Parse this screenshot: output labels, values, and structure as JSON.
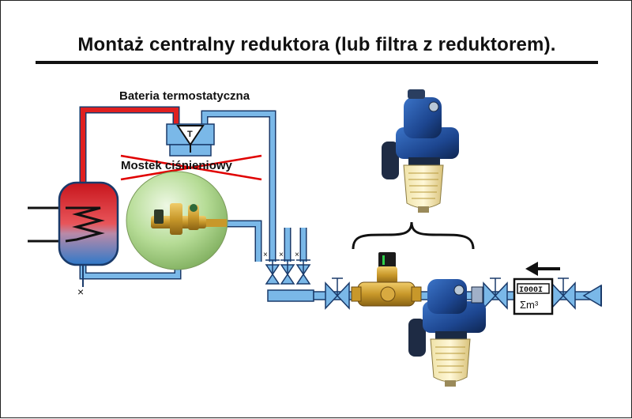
{
  "title": "Montaż centralny reduktora (lub filtra z reduktorem).",
  "labels": {
    "battery": "Bateria termostatyczna",
    "valve_symbol": "T",
    "bridge": "Mostek ciśnieniowy"
  },
  "meter": {
    "digits": "I000I",
    "unit": "Σm³"
  },
  "colors": {
    "hot_pipe": "#e02020",
    "cold_pipe": "#7ab8e8",
    "pipe_outline": "#1a3a6a",
    "tank_hot": "#d8252a",
    "tank_cold": "#2f79c9",
    "filter_body": "#1f4f9a",
    "brass": "#c8982a",
    "cross_out": "#e00000",
    "sphere": "#a9d488"
  },
  "icons": [
    "boiler-tank",
    "thermostatic-valve",
    "shutoff-valve",
    "pressure-reducer",
    "filter-unit",
    "water-meter",
    "check-valve",
    "flow-arrow"
  ]
}
